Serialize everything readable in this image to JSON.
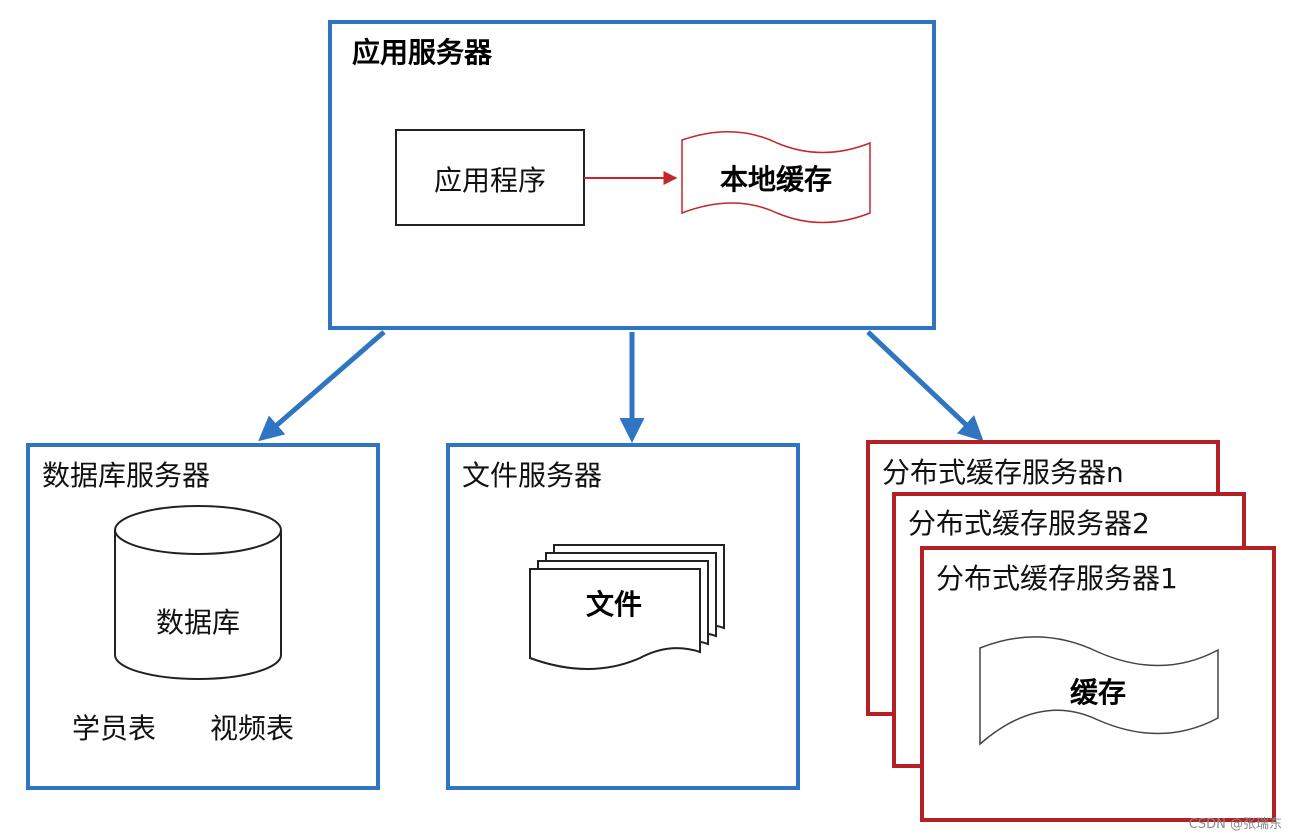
{
  "diagram": {
    "app_server": {
      "title": "应用服务器",
      "app_program": "应用程序",
      "local_cache": "本地缓存"
    },
    "db_server": {
      "title": "数据库服务器",
      "database": "数据库",
      "tables": [
        "学员表",
        "视频表"
      ]
    },
    "file_server": {
      "title": "文件服务器",
      "file": "文件"
    },
    "dist_cache_servers": {
      "titles": [
        "分布式缓存服务器n",
        "分布式缓存服务器2",
        "分布式缓存服务器1"
      ],
      "cache": "缓存"
    }
  },
  "colors": {
    "blue": "#2f75c1",
    "red": "#b42025",
    "arrow_red": "#c4262b",
    "black": "#000000"
  },
  "watermark": "CSDN @张瑞东"
}
